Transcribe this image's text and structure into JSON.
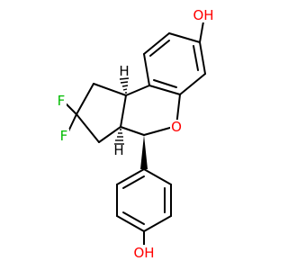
{
  "molecule": {
    "atoms": {
      "oh_top": "OH",
      "oh_bottom": "OH",
      "ring_oxygen": "O",
      "fluorine_1": "F",
      "fluorine_2": "F",
      "h_upper": "H",
      "h_lower": "H"
    },
    "colors": {
      "bond": "#000000",
      "oxygen": "#ff0000",
      "fluorine": "#00bb00",
      "hydrogen": "#000000"
    }
  }
}
